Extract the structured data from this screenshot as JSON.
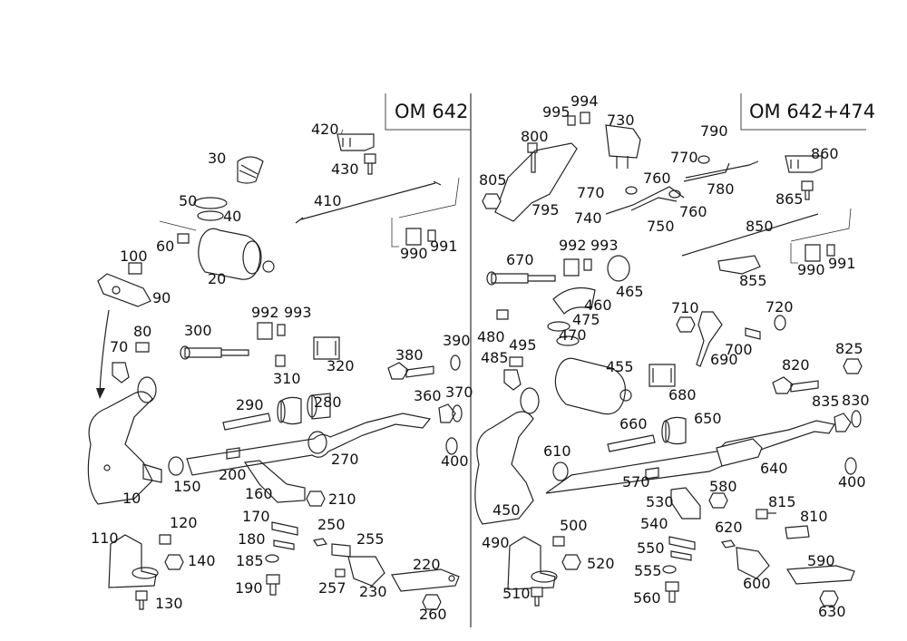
{
  "panels": [
    {
      "title": "OM 642"
    },
    {
      "title": "OM 642+474"
    }
  ],
  "left_labels": [
    "420",
    "30",
    "430",
    "50",
    "40",
    "410",
    "60",
    "20",
    "100",
    "990",
    "991",
    "90",
    "992",
    "993",
    "80",
    "300",
    "70",
    "310",
    "320",
    "380",
    "390",
    "360",
    "370",
    "290",
    "280",
    "270",
    "400",
    "150",
    "10",
    "200",
    "160",
    "210",
    "170",
    "250",
    "120",
    "110",
    "180",
    "255",
    "140",
    "185",
    "220",
    "190",
    "257",
    "230",
    "130",
    "260"
  ],
  "right_labels": [
    "994",
    "995",
    "730",
    "800",
    "790",
    "770",
    "860",
    "805",
    "760",
    "780",
    "770",
    "795",
    "760",
    "865",
    "740",
    "750",
    "850",
    "992",
    "993",
    "670",
    "990",
    "991",
    "855",
    "465",
    "460",
    "720",
    "710",
    "480",
    "475",
    "470",
    "700",
    "495",
    "485",
    "690",
    "825",
    "455",
    "820",
    "680",
    "835",
    "830",
    "660",
    "650",
    "610",
    "640",
    "570",
    "580",
    "400",
    "530",
    "450",
    "815",
    "810",
    "500",
    "540",
    "620",
    "490",
    "550",
    "590",
    "520",
    "555",
    "600",
    "510",
    "560",
    "630"
  ]
}
